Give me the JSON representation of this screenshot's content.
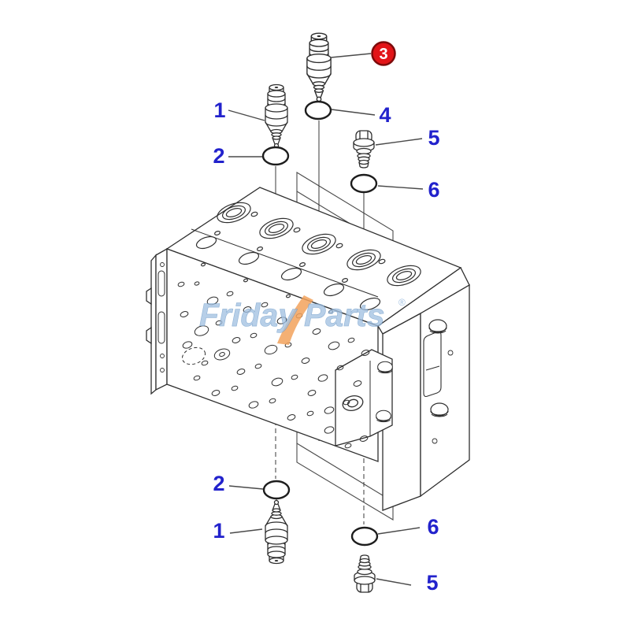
{
  "page": {
    "background_color": "#ffffff"
  },
  "diagram": {
    "callouts": {
      "n1": "1",
      "n2": "2",
      "n3": "3",
      "n4": "4",
      "n5": "5",
      "n6": "6"
    },
    "highlighted_callout": "3",
    "watermark": {
      "text_left": "Friday",
      "text_right": "Parts",
      "reg_mark": "®"
    },
    "colors": {
      "callout_label": "#2222cc",
      "highlight_badge_fill": "#e21418",
      "highlight_badge_ring": "#7d0a0a",
      "highlight_badge_text": "#ffffff",
      "drawing_line": "#2f2f2f",
      "watermark_text": "#a4c2e2",
      "watermark_swoosh": "#f2a25c"
    }
  }
}
